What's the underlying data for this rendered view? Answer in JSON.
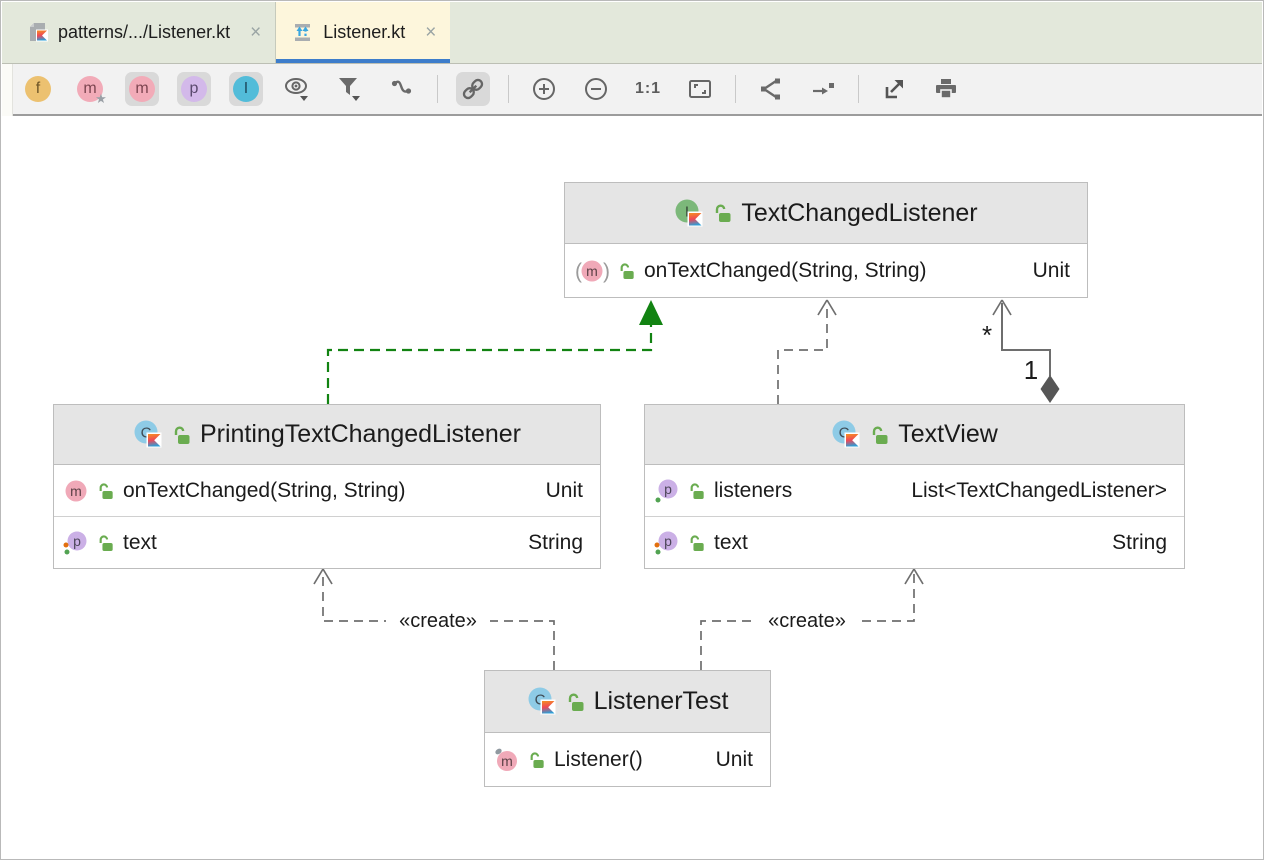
{
  "tabs": {
    "items": [
      {
        "label": "patterns/.../Listener.kt",
        "close": "×"
      },
      {
        "label": "Listener.kt",
        "close": "×"
      }
    ]
  },
  "toolbar": {
    "fields_letter": "f",
    "constructors_letter": "m",
    "methods_letter": "m",
    "properties_letter": "p",
    "inner_classes_letter": "I",
    "actual_size_label": "1:1"
  },
  "colors": {
    "accent_blue_underline": "#3d7dcb",
    "active_tab_bg": "#fdf6dc",
    "tabbar_bg": "#e3e8db",
    "realization_green": "#128312",
    "edge_gray": "#6e6e6e",
    "node_header_bg": "#e5e5e5"
  },
  "diagram": {
    "nodes": {
      "text_changed_listener": {
        "title": "TextChangedListener",
        "members": [
          {
            "name": "onTextChanged(String, String)",
            "type": "Unit"
          }
        ]
      },
      "printing_text_changed_listener": {
        "title": "PrintingTextChangedListener",
        "members": [
          {
            "name": "onTextChanged(String, String)",
            "type": "Unit"
          },
          {
            "name": "text",
            "type": "String"
          }
        ]
      },
      "text_view": {
        "title": "TextView",
        "members": [
          {
            "name": "listeners",
            "type": "List<TextChangedListener>"
          },
          {
            "name": "text",
            "type": "String"
          }
        ]
      },
      "listener_test": {
        "title": "ListenerTest",
        "members": [
          {
            "name": "Listener()",
            "type": "Unit"
          }
        ]
      }
    },
    "edges": {
      "create_left": "«create»",
      "create_right": "«create»",
      "many_label": "*",
      "one_label": "1"
    }
  }
}
